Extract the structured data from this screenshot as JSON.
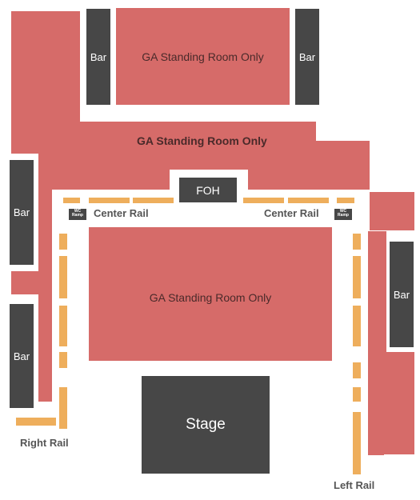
{
  "sections": {
    "ga_top": "GA Standing Room Only",
    "ga_middle": "GA Standing Room Only",
    "ga_floor": "GA Standing Room Only"
  },
  "bars": {
    "top_left": "Bar",
    "top_right": "Bar",
    "left_upper": "Bar",
    "left_lower": "Bar",
    "right": "Bar"
  },
  "foh": "FOH",
  "stage": "Stage",
  "rails": {
    "center_left": "Center Rail",
    "center_right": "Center Rail",
    "right": "Right Rail",
    "left": "Left Rail"
  },
  "wc_ramp": {
    "left_line1": "WC",
    "left_line2": "Ramp",
    "right_line1": "WC",
    "right_line2": "Ramp"
  }
}
